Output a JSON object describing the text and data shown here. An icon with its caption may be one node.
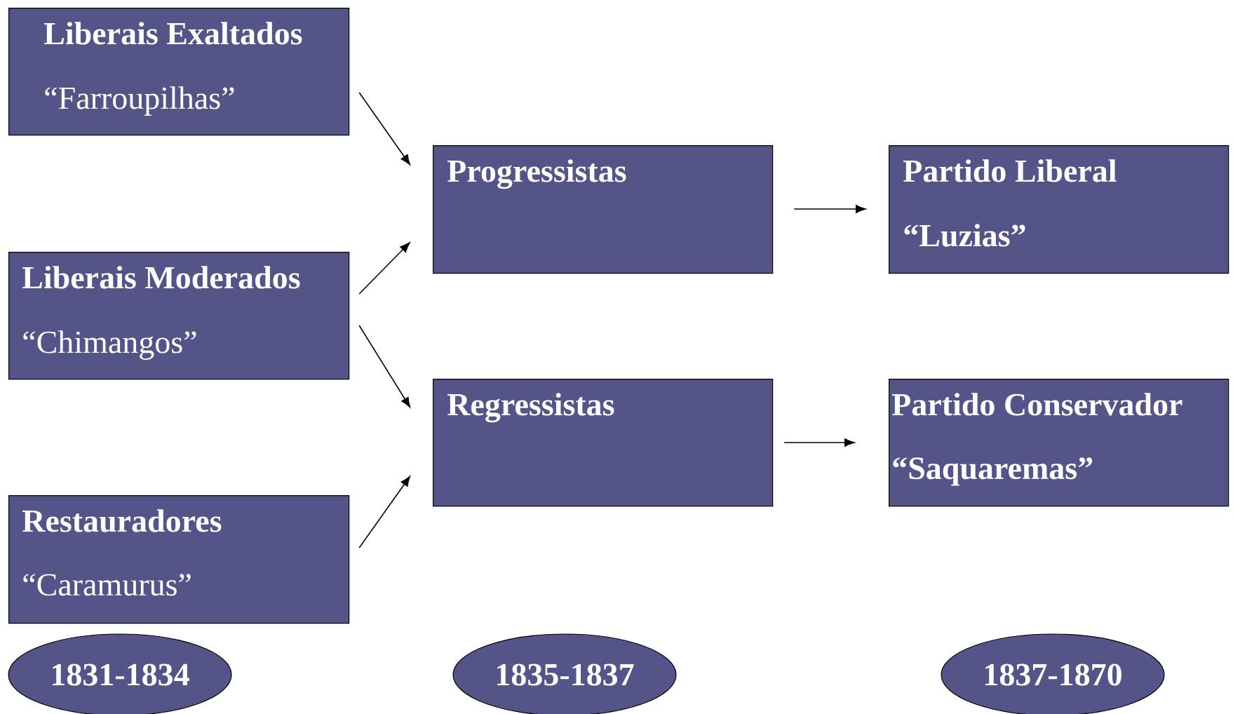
{
  "diagram": {
    "nodes": [
      {
        "text": [
          "Liberais Exaltados",
          "“Farroupilhas”"
        ]
      },
      {
        "text": [
          "Liberais Moderados",
          "“Chimangos”"
        ]
      },
      {
        "text": [
          "Restauradores",
          "“Caramurus”"
        ]
      },
      {
        "text": [
          "Progressistas"
        ]
      },
      {
        "text": [
          "Regressistas"
        ]
      },
      {
        "text": [
          "Partido Liberal",
          "“Luzias”"
        ]
      },
      {
        "text": [
          "Partido Conservador",
          "“Saquaremas”"
        ]
      },
      {
        "text": [
          "1831-1834"
        ]
      },
      {
        "text": [
          "1835-1837"
        ]
      },
      {
        "text": [
          "1837-1870"
        ]
      }
    ],
    "edges": [
      {
        "from": 0,
        "to": 3,
        "arrow": "to"
      },
      {
        "from": 1,
        "to": 3,
        "arrow": "to"
      },
      {
        "from": 1,
        "to": 4,
        "arrow": "to"
      },
      {
        "from": 2,
        "to": 4,
        "arrow": "to"
      },
      {
        "from": 3,
        "to": 5,
        "arrow": "to"
      },
      {
        "from": 4,
        "to": 6,
        "arrow": "to"
      }
    ]
  }
}
